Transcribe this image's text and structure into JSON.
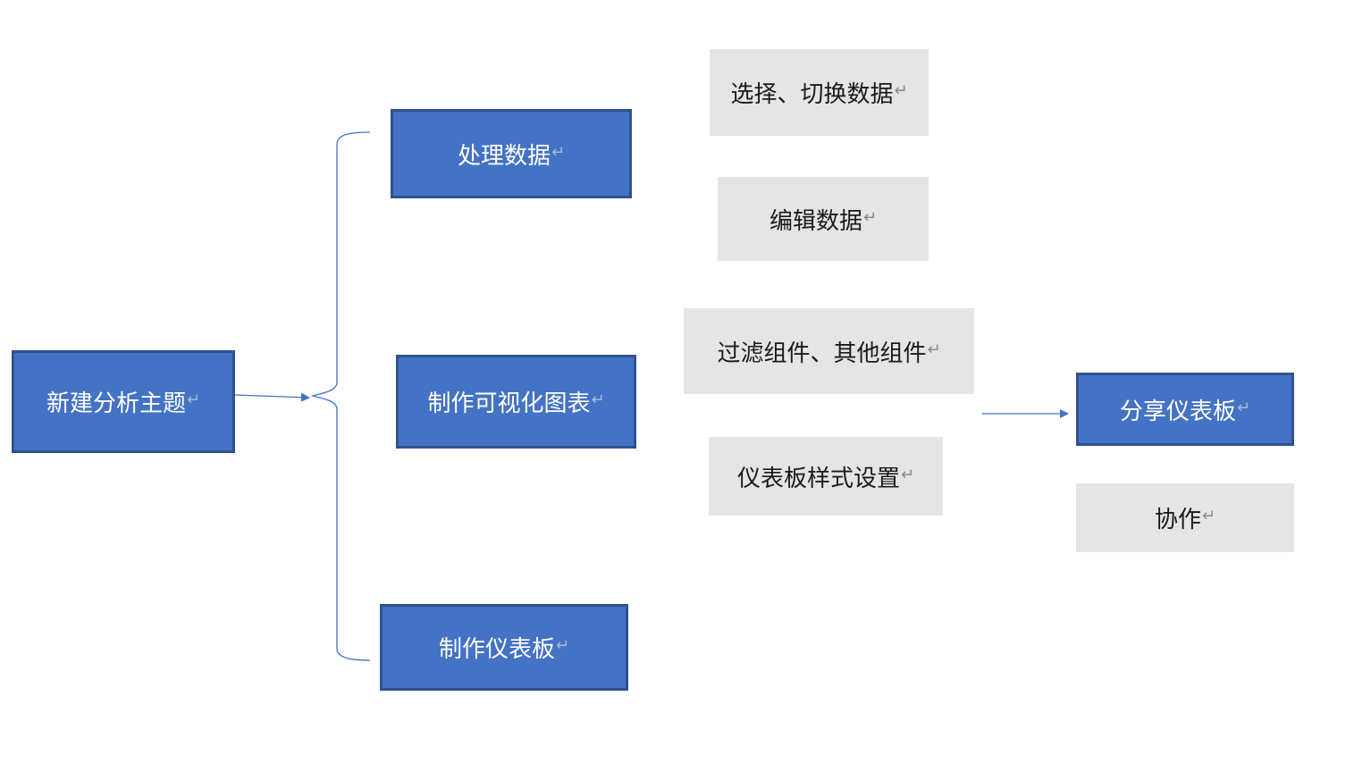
{
  "colors": {
    "primary_fill": "#4472c4",
    "primary_border": "#2f528f",
    "secondary_fill": "#e5e5e5",
    "connector": "#4472c4"
  },
  "paragraph_mark": "↵",
  "nodes": {
    "root": "新建分析主题",
    "process_data": "处理数据",
    "make_chart": "制作可视化图表",
    "make_dashboard": "制作仪表板",
    "select_switch_data": "选择、切换数据",
    "edit_data": "编辑数据",
    "filter_components": "过滤组件、其他组件",
    "dashboard_style": "仪表板样式设置",
    "share_dashboard": "分享仪表板",
    "collaborate": "协作"
  }
}
